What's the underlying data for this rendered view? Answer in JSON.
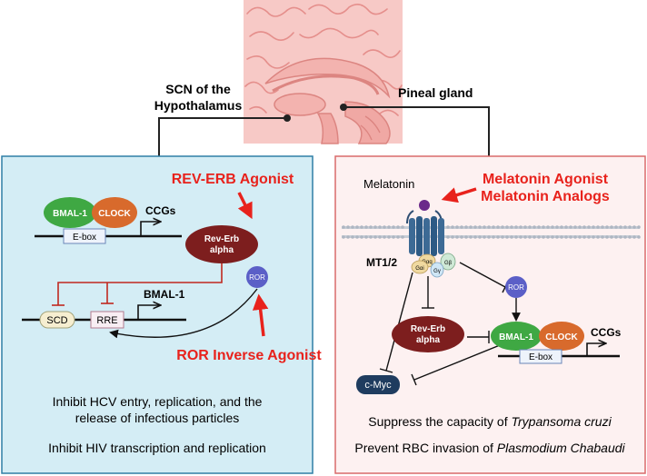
{
  "labels": {
    "scn": [
      "SCN of the",
      "Hypothalamus"
    ],
    "pineal": "Pineal gland"
  },
  "left_panel": {
    "rev_erb_agonist": "REV-ERB Agonist",
    "ror_inverse_agonist": "ROR Inverse Agonist",
    "bmal1": "BMAL-1",
    "clock": "CLOCK",
    "ccgs": "CCGs",
    "ebox": "E-box",
    "rev_erb": [
      "Rev-Erb",
      "alpha"
    ],
    "ror": "ROR",
    "scd": "SCD",
    "rre": "RRE",
    "bmal1_gene": "BMAL-1",
    "effect_1": [
      "Inhibit HCV entry, replication, and the",
      "release of infectious particles"
    ],
    "effect_2": "Inhibit HIV transcription and replication"
  },
  "right_panel": {
    "melatonin": "Melatonin",
    "melatonin_agonist": "Melatonin Agonist",
    "melatonin_analogs": "Melatonin Analogs",
    "receptor": "MT1/2",
    "g_alpha_q": "Gαq",
    "g_alpha_i": "Gαi",
    "g_beta": "Gβ",
    "g_gamma": "Gγ",
    "ror": "ROR",
    "rev_erb": [
      "Rev-Erb",
      "alpha"
    ],
    "bmal1": "BMAL-1",
    "clock": "CLOCK",
    "ccgs": "CCGs",
    "ebox": "E-box",
    "cmyc": "c-Myc",
    "effect_1_prefix": "Suppress the capacity of ",
    "effect_1_italic": "Trypansoma cruzi",
    "effect_2_prefix": "Prevent RBC invasion of ",
    "effect_2_italic": "Plasmodium Chabaudi"
  },
  "colors": {
    "left_panel_bg": "#d4edf5",
    "left_panel_border": "#2f7fa5",
    "right_panel_bg": "#fdf1f1",
    "right_panel_border": "#d96b6b",
    "agonist_red": "#e8221c",
    "bmal1_green": "#3fa843",
    "clock_orange": "#d86a2c",
    "rev_erb_maroon": "#7d1e1e",
    "ror_purple": "#5b5fc7",
    "cmyc_navy": "#1f3c5f"
  }
}
